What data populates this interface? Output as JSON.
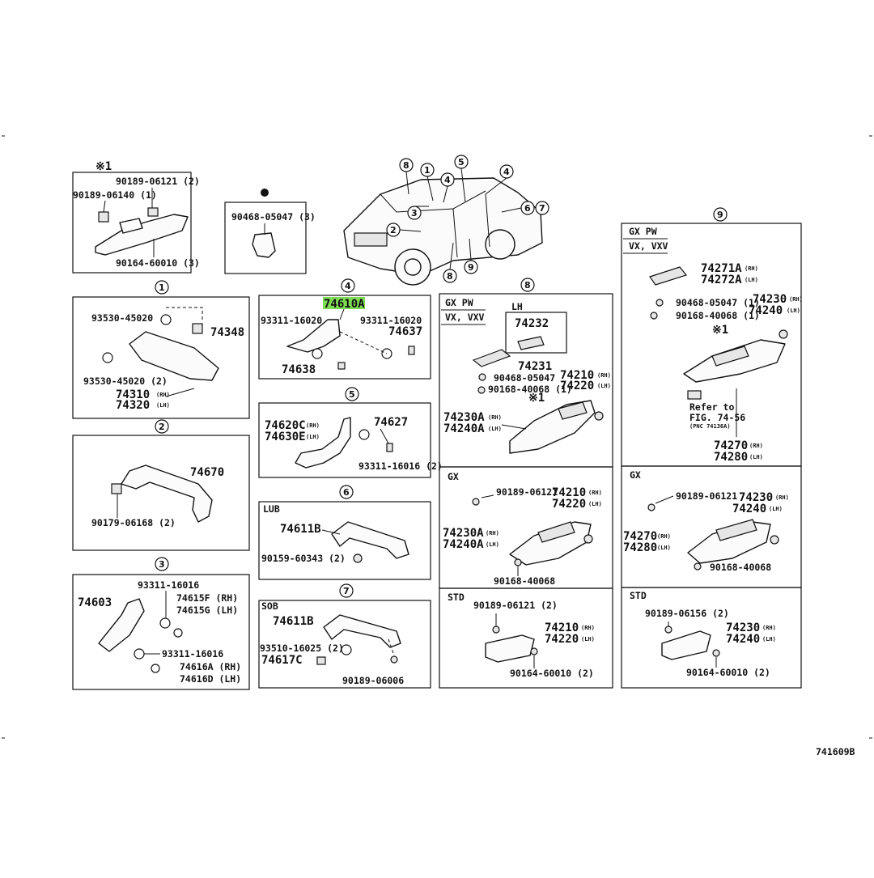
{
  "callouts": {
    "c1": "1",
    "c2": "2",
    "c3": "3",
    "c4": "4",
    "c5": "5",
    "c6": "6",
    "c7": "7",
    "c8": "8",
    "c9": "9"
  },
  "marks": {
    "star1": "※1"
  },
  "top_left_box": {
    "p1": "90189-06121 (2)",
    "p2": "90189-06140 (1)",
    "p3": "90164-60010 (3)"
  },
  "top_mid_box": {
    "p1": "90468-05047 (3)"
  },
  "sec1": {
    "p1": "93530-45020",
    "p2": "74348",
    "p3": "93530-45020 (2)",
    "p4": "74310",
    "p4s": "(RH)",
    "p5": "74320",
    "p5s": "(LH)"
  },
  "sec2": {
    "p1": "74670",
    "p2": "90179-06168 (2)"
  },
  "sec3": {
    "p1": "93311-16016",
    "p2": "74603",
    "p3": "74615F (RH)",
    "p4": "74615G (LH)",
    "p5": "93311-16016",
    "p6": "74616A (RH)",
    "p7": "74616D (LH)"
  },
  "sec4": {
    "p1": "74610A",
    "p2": "93311-16020",
    "p3": "93311-16020",
    "p4": "74637",
    "p5": "74638"
  },
  "sec5": {
    "p1": "74620C",
    "p1s": "(RH)",
    "p2": "74630E",
    "p2s": "(LH)",
    "p3": "74627",
    "p4": "93311-16016 (2)"
  },
  "sec6": {
    "label": "LUB",
    "p1": "74611B",
    "p2": "90159-60343 (2)"
  },
  "sec7": {
    "label": "SOB",
    "p1": "74611B",
    "p2": "93510-16025 (2)",
    "p3": "74617C",
    "p4": "90189-06006"
  },
  "sec8": {
    "label1": "GX  PW",
    "label2": "VX, VXV",
    "lh": "LH",
    "p1": "74232",
    "p2": "74231",
    "p3": "90468-05047",
    "p4": "74210",
    "p4s": "(RH)",
    "p5": "74220",
    "p5s": "(LH)",
    "p6": "90168-40068 (1)",
    "p7": "74230A",
    "p7s": "(RH)",
    "p8": "74240A",
    "p8s": "(LH)"
  },
  "sec8_gx": {
    "label": "GX",
    "p1": "90189-06121",
    "p2": "74210",
    "p2s": "(RH)",
    "p3": "74220",
    "p3s": "(LH)",
    "p4": "74230A",
    "p4s": "(RH)",
    "p5": "74240A",
    "p5s": "(LH)",
    "p6": "90168-40068"
  },
  "sec8_std": {
    "label": "STD",
    "p1": "90189-06121 (2)",
    "p2": "74210",
    "p2s": "(RH)",
    "p3": "74220",
    "p3s": "(LH)",
    "p4": "90164-60010 (2)"
  },
  "sec9": {
    "label1": "GX  PW",
    "label2": "VX, VXV",
    "p1": "74271A",
    "p1s": "(RH)",
    "p2": "74272A",
    "p2s": "(LH)",
    "p3": "90468-05047 (1)",
    "p4": "74230",
    "p4s": "(RH)",
    "p5": "90168-40068 (1)",
    "p6": "74240",
    "p6s": "(LH)",
    "ref1": "Refer to",
    "ref2": "FIG. 74-56",
    "ref3": "(PNC 74136A)",
    "p7": "74270",
    "p7s": "(RH)",
    "p8": "74280",
    "p8s": "(LH)"
  },
  "sec9_gx": {
    "label": "GX",
    "p1": "90189-06121",
    "p2": "74230",
    "p2s": "(RH)",
    "p3": "74240",
    "p3s": "(LH)",
    "p4": "74270",
    "p4s": "(RH)",
    "p5": "74280",
    "p5s": "(LH)",
    "p6": "90168-40068"
  },
  "sec9_std": {
    "label": "STD",
    "p1": "90189-06156 (2)",
    "p2": "74230",
    "p2s": "(RH)",
    "p3": "74240",
    "p3s": "(LH)",
    "p4": "90164-60010 (2)"
  },
  "figure_code": "741609B",
  "highlight_color": "#7ddc52"
}
